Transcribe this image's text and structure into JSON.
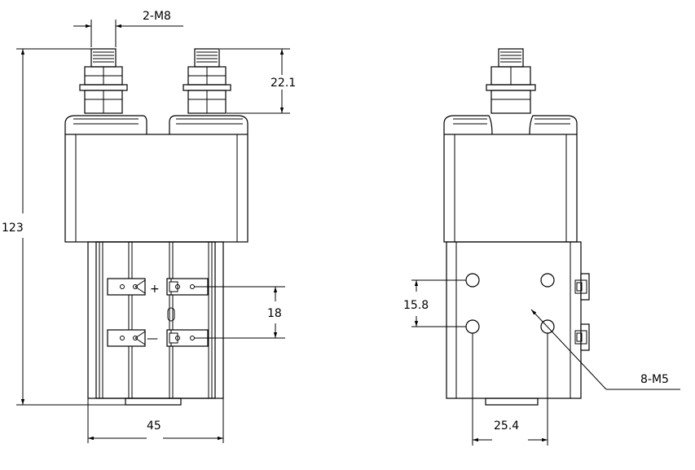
{
  "dimensions": {
    "terminal_thread": "2-M8",
    "terminal_height": "22.1",
    "overall_height": "123",
    "aux_pitch": "18",
    "body_width": "45",
    "mount_vertical": "15.8",
    "mount_horizontal": "25.4",
    "mount_thread": "8-M5"
  },
  "symbols": {
    "plus": "+",
    "minus": "—"
  },
  "colors": {
    "line": "#000000",
    "background": "#ffffff"
  }
}
